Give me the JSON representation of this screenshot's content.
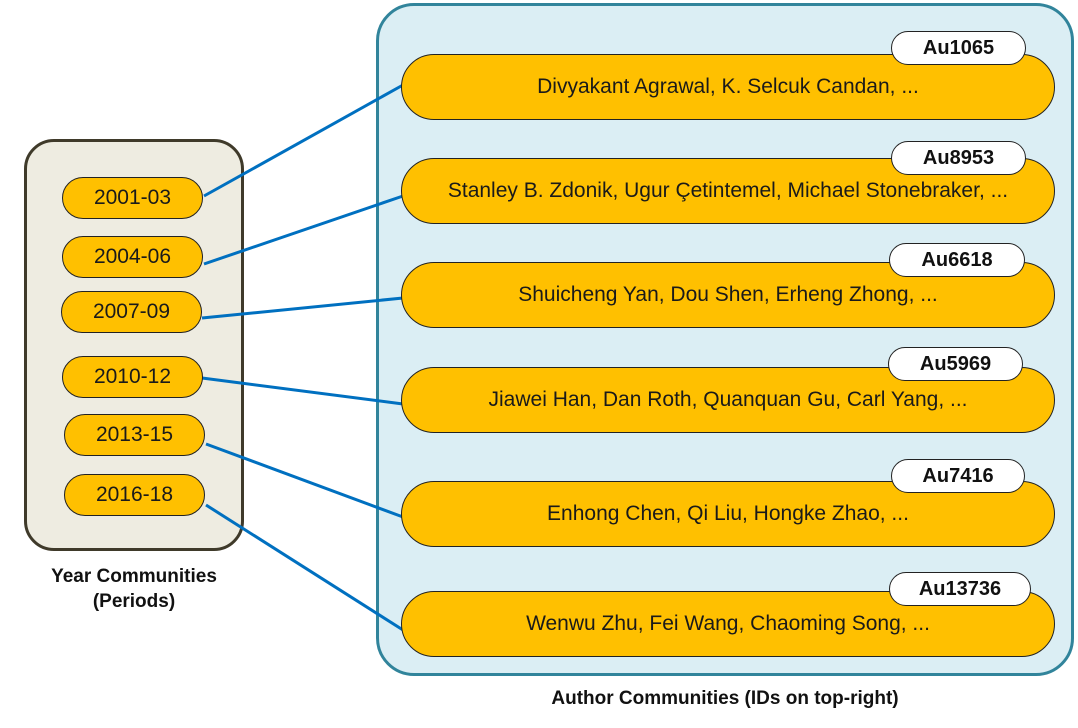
{
  "year_communities": {
    "caption_line1": "Year Communities",
    "caption_line2": "(Periods)",
    "periods": [
      "2001-03",
      "2004-06",
      "2007-09",
      "2010-12",
      "2013-15",
      "2016-18"
    ]
  },
  "author_communities": {
    "caption": "Author Communities (IDs on top-right)",
    "items": [
      {
        "id": "Au1065",
        "authors": "Divyakant Agrawal, K. Selcuk Candan, ..."
      },
      {
        "id": "Au8953",
        "authors": "Stanley B. Zdonik, Ugur Çetintemel, Michael Stonebraker, ..."
      },
      {
        "id": "Au6618",
        "authors": "Shuicheng Yan, Dou Shen, Erheng Zhong, ..."
      },
      {
        "id": "Au5969",
        "authors": "Jiawei Han, Dan Roth, Quanquan Gu, Carl Yang, ..."
      },
      {
        "id": "Au7416",
        "authors": "Enhong Chen, Qi Liu, Hongke Zhao, ..."
      },
      {
        "id": "Au13736",
        "authors": "Wenwu Zhu, Fei Wang, Chaoming Song, ..."
      }
    ]
  },
  "links": [
    {
      "from": "2001-03",
      "to": "Au1065"
    },
    {
      "from": "2004-06",
      "to": "Au8953"
    },
    {
      "from": "2007-09",
      "to": "Au6618"
    },
    {
      "from": "2010-12",
      "to": "Au5969"
    },
    {
      "from": "2013-15",
      "to": "Au7416"
    },
    {
      "from": "2016-18",
      "to": "Au13736"
    }
  ],
  "colors": {
    "pill_fill": "#ffc000",
    "connector": "#0070c0",
    "year_panel_fill": "#eeece1",
    "author_panel_fill": "#dbeef4",
    "author_panel_border": "#31849b"
  }
}
